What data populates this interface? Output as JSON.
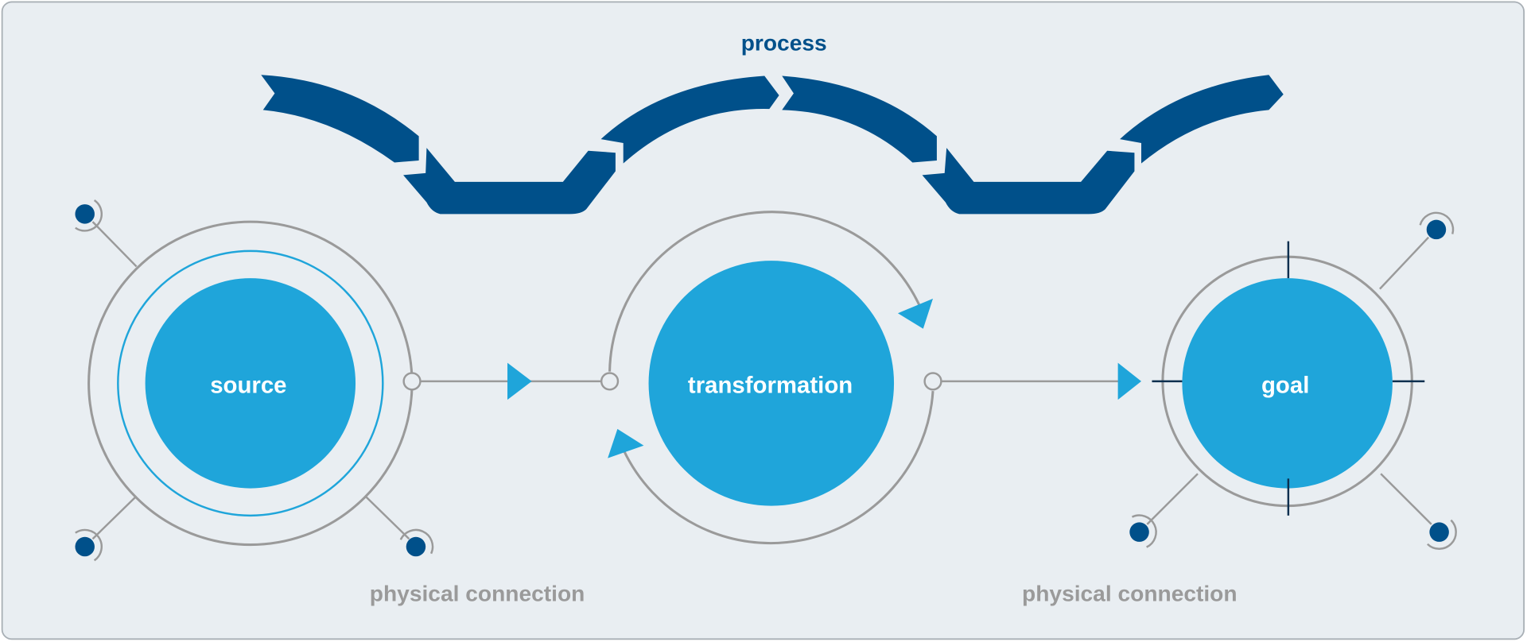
{
  "title": "process",
  "nodes": {
    "source": "source",
    "transformation": "transformation",
    "goal": "goal"
  },
  "connections": {
    "left": "physical connection",
    "right": "physical connection"
  },
  "colors": {
    "background": "#e9eef2",
    "ribbon": "#00508a",
    "node_fill": "#1fa5da",
    "line": "#9a9a9a",
    "satellite": "#00508a",
    "tick": "#0b2f4f"
  }
}
